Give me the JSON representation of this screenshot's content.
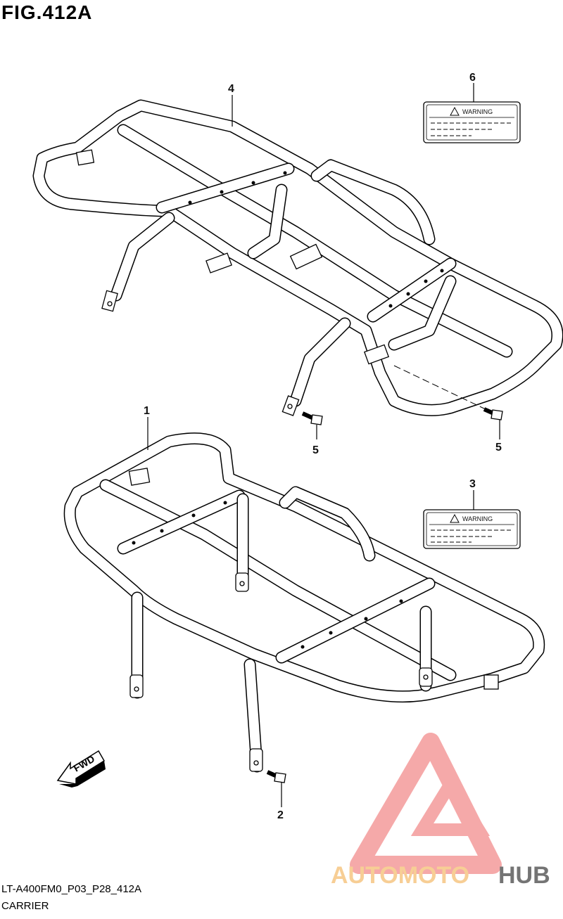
{
  "figure_title": "FIG.412A",
  "callouts": {
    "c1": "1",
    "c2": "2",
    "c3": "3",
    "c4": "4",
    "c5a": "5",
    "c5b": "5",
    "c6": "6"
  },
  "warning_labels": {
    "upper": "WARNING",
    "lower": "WARNING"
  },
  "fwd_arrow": "FWD",
  "footer": {
    "code": "LT-A400FM0_P03_P28_412A",
    "name": "CARRIER"
  },
  "watermark": {
    "text_part1": "AUTOMOTO",
    "text_part2": "HUB",
    "color_primary": "#f4a0a0",
    "color_accent": "#f7c98a",
    "color_dark": "#666666"
  }
}
